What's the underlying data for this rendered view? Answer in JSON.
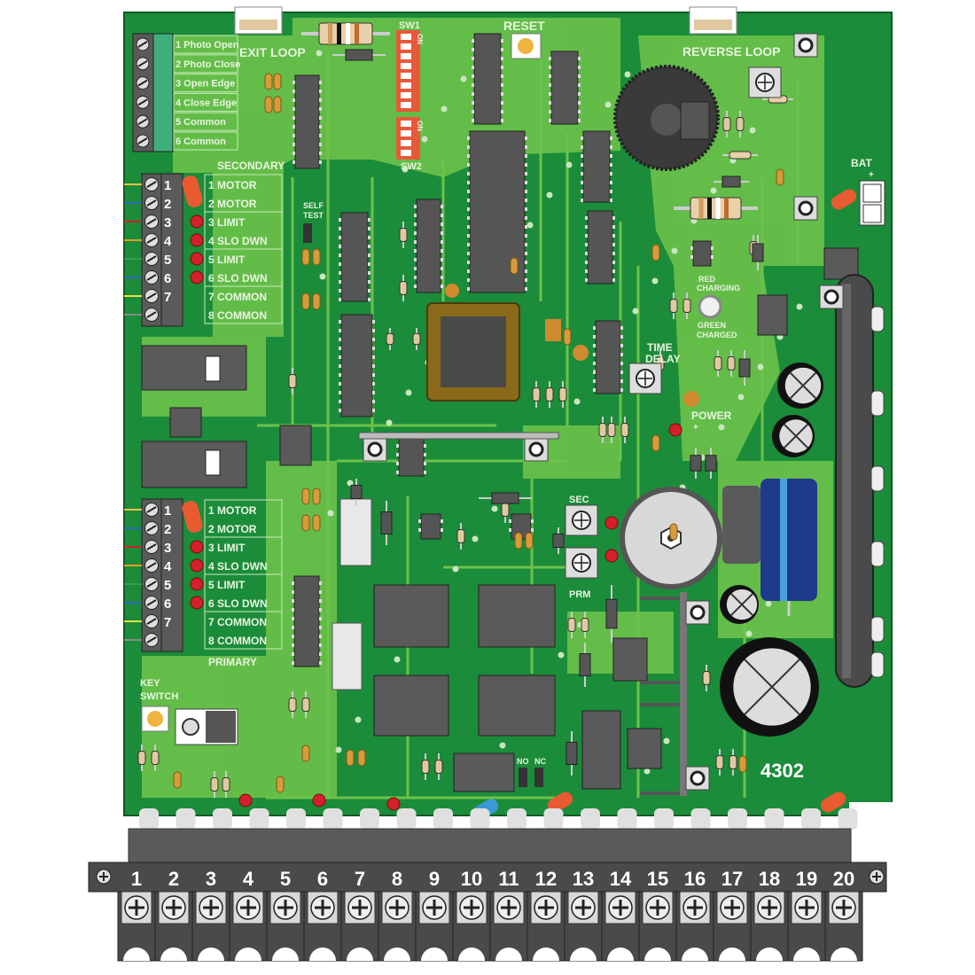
{
  "board": {
    "model": "4302",
    "colors": {
      "board": "#1b8c3a",
      "trace": "#6cc24a",
      "chip": "#5a5a5a",
      "led": "#d4202a",
      "dip_switch": "#e8583a"
    },
    "photo_terminal": [
      "1 Photo Open",
      "2 Photo Close",
      "3 Open Edge",
      "4 Close Edge",
      "5 Common",
      "6 Common"
    ],
    "exit_loop": "EXIT LOOP",
    "reverse_loop": "REVERSE LOOP",
    "sw1": "SW1",
    "sw2": "SW2",
    "dip_on": "ON",
    "reset": "RESET",
    "secondary": {
      "title": "SECONDARY",
      "numbers": [
        "1",
        "2",
        "3",
        "4",
        "5",
        "6",
        "7"
      ],
      "labels": [
        "1 MOTOR",
        "2 MOTOR",
        "3 LIMIT",
        "4 SLO DWN",
        "5 LIMIT",
        "6 SLO DWN",
        "7 COMMON",
        "8 COMMON"
      ]
    },
    "primary": {
      "title": "PRIMARY",
      "numbers": [
        "1",
        "2",
        "3",
        "4",
        "5",
        "6",
        "7"
      ],
      "labels": [
        "1 MOTOR",
        "2 MOTOR",
        "3 LIMIT",
        "4 SLO DWN",
        "5 LIMIT",
        "6 SLO DWN",
        "7 COMMON",
        "8 COMMON"
      ]
    },
    "self_test": [
      "SELF",
      "TEST"
    ],
    "time_delay": [
      "TIME",
      "DELAY"
    ],
    "red_charging": [
      "RED",
      "CHARGING"
    ],
    "green_charged": [
      "GREEN",
      "CHARGED"
    ],
    "power": "POWER",
    "plus": "+",
    "bat": "BAT",
    "sec": "SEC",
    "prm": "PRM",
    "no": "NO",
    "nc": "NC",
    "key_switch": [
      "KEY",
      "SWITCH"
    ]
  },
  "main_terminal": {
    "numbers": [
      "1",
      "2",
      "3",
      "4",
      "5",
      "6",
      "7",
      "8",
      "9",
      "10",
      "11",
      "12",
      "13",
      "14",
      "15",
      "16",
      "17",
      "18",
      "19",
      "20"
    ]
  }
}
